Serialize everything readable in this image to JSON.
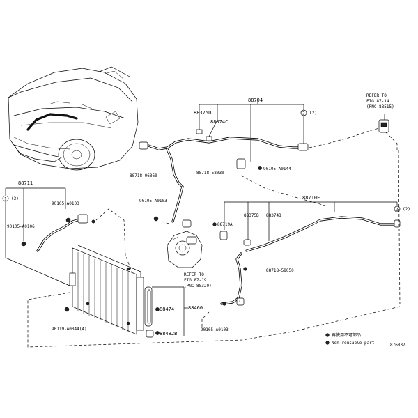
{
  "parts": {
    "p88704": "88704",
    "p88375D": "88375D",
    "p88374C": "88374C",
    "p88711": "88711",
    "p88710E": "88710E",
    "p88375B": "88375B",
    "p88374B": "88374B",
    "p88719A": "88719A",
    "p88718_06360": "88718-06360",
    "p88718_58030": "88718-58030",
    "p88718_58050": "88718-58050",
    "p90105_A0103_a": "90105-A0103",
    "p90105_A0103_b": "90105-A0103",
    "p90105_A0103_c": "90105-A0103",
    "p90105_A0106": "90105-A0106",
    "p90105_A0144": "90105-A0144",
    "p90119_A0044": "90119-A0044(4)",
    "p88460": "88460",
    "p88474": "88474",
    "p88482B": "88482B"
  },
  "markers": {
    "m1": "1",
    "m1_qty": "(3)",
    "m2a": "2",
    "m2a_qty": "(2)",
    "m2b": "2",
    "m2b_qty": "(2)"
  },
  "refs": {
    "ref1_line1": "REFER TO",
    "ref1_line2": "FIG 87-14",
    "ref1_line3": "(PNC 88515)",
    "ref2_line1": "REFER TO",
    "ref2_line2": "FIG 87-19",
    "ref2_line3": "(PNC 88320)"
  },
  "legend": {
    "item1": "再使用不可部品",
    "item2": "Non-reusable part"
  },
  "figure_code": "876837"
}
